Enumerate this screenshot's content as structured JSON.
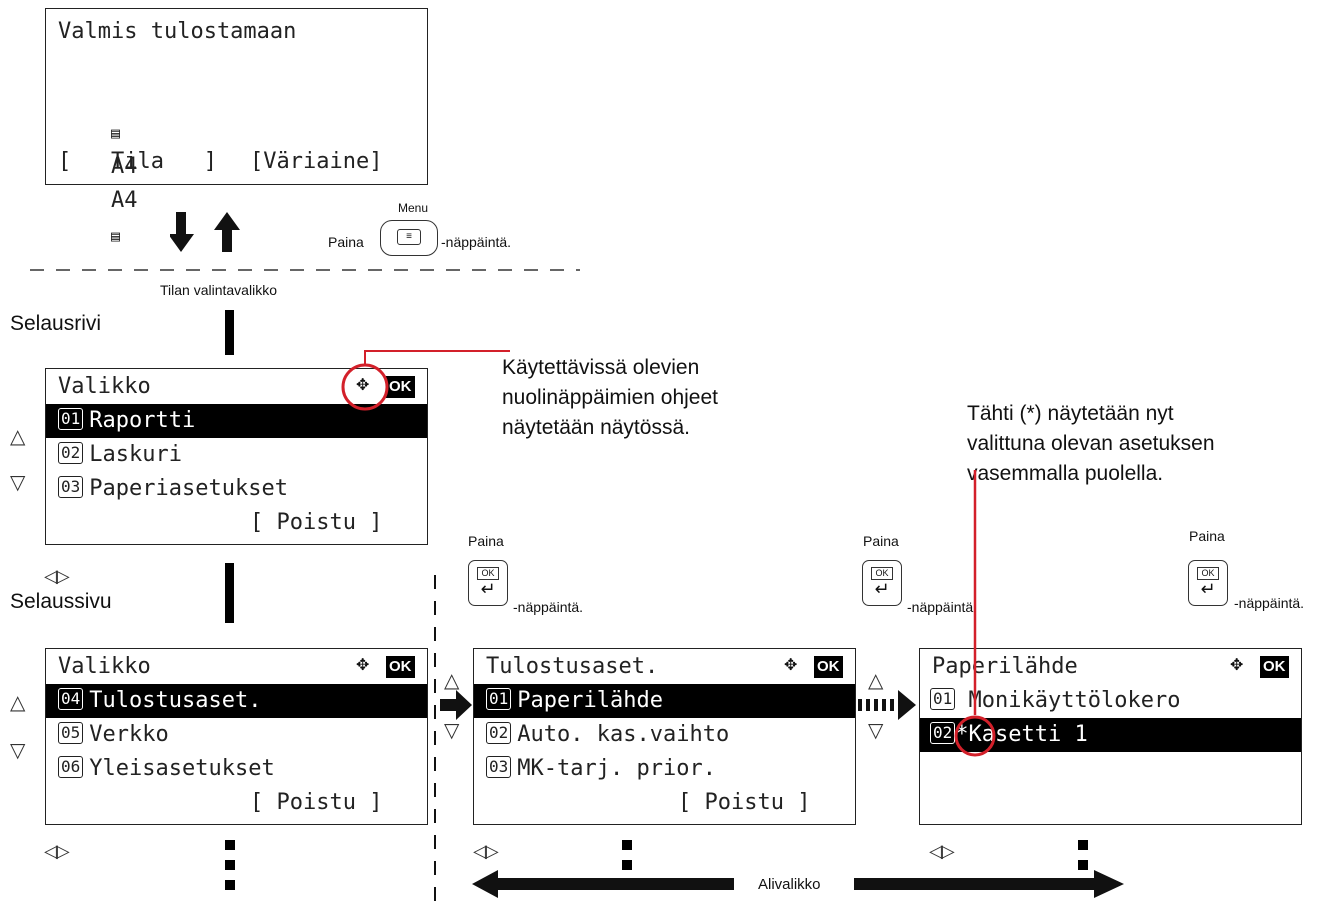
{
  "ready_screen": {
    "line1": "Valmis tulostamaan",
    "paper1": "A4",
    "paper2": "A4",
    "button_left": "Tila",
    "button_right": "Väriaine"
  },
  "menu_key": {
    "label": "Menu",
    "press_prefix": "Paina",
    "press_suffix": "-näppäintä."
  },
  "status_menu_label": "Tilan valintavalikko",
  "scroll_row_label": "Selausrivi",
  "scroll_page_label": "Selaussivu",
  "arrow_note": [
    "Käytettävissä olevien",
    "nuolinäppäimien ohjeet",
    "näytetään näytössä."
  ],
  "asterisk_note": [
    "Tähti (*) näytetään nyt",
    "valittuna olevan asetuksen",
    "vasemmalla puolella."
  ],
  "screen_menu1": {
    "title": "Valikko",
    "items": [
      {
        "num": "01",
        "label": "Raportti"
      },
      {
        "num": "02",
        "label": "Laskuri"
      },
      {
        "num": "03",
        "label": "Paperiasetukset"
      }
    ],
    "exit": "Poistu"
  },
  "screen_menu2": {
    "title": "Valikko",
    "items": [
      {
        "num": "04",
        "label": "Tulostusaset."
      },
      {
        "num": "05",
        "label": "Verkko"
      },
      {
        "num": "06",
        "label": "Yleisasetukset"
      }
    ],
    "exit": "Poistu"
  },
  "screen_print": {
    "title": "Tulostusaset.",
    "items": [
      {
        "num": "01",
        "label": "Paperilähde"
      },
      {
        "num": "02",
        "label": "Auto. kas.vaihto"
      },
      {
        "num": "03",
        "label": "MK-tarj. prior."
      }
    ],
    "exit": "Poistu"
  },
  "screen_paper": {
    "title": "Paperilähde",
    "items": [
      {
        "num": "01",
        "label": " Monikäyttölokero"
      },
      {
        "num": "02",
        "label": "*Kasetti 1"
      }
    ]
  },
  "ok_key": {
    "press_prefix": "Paina",
    "press_suffix": "-näppäintä.",
    "ok_text": "OK",
    "ok_badge": "OK"
  },
  "submenu_label": "Alivalikko",
  "colors": {
    "callout": "#d3202a",
    "lcd_border": "#222222",
    "highlight": "#000000"
  }
}
